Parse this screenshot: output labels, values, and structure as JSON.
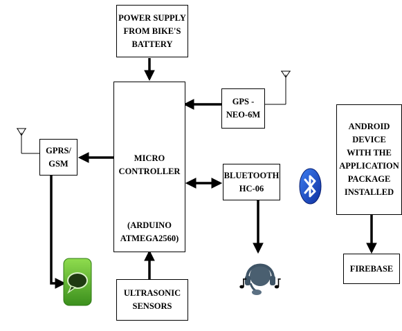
{
  "blocks": {
    "power": "POWER SUPPLY\nFROM BIKE'S\nBATTERY",
    "gps": "GPS -\nNEO-6M",
    "gprs": "GPRS/\nGSM",
    "mc_top": "MICRO\nCONTROLLER",
    "mc_bottom": "(ARDUINO\nATMEGA2560)",
    "bluetooth": "BLUETOOTH\nHC-06",
    "android": "ANDROID\nDEVICE\nWITH THE\nAPPLICATION\nPACKAGE\nINSTALLED",
    "firebase": "FIREBASE",
    "ultrasonic": "ULTRASONIC\nSENSORS"
  },
  "icons": [
    "antenna-icon",
    "bluetooth-icon",
    "chat-bubble-icon",
    "headset-music-icon"
  ],
  "colors": {
    "line": "#000000",
    "bluetooth": "#1f4fd0",
    "chat_green": "#5cb82e"
  }
}
